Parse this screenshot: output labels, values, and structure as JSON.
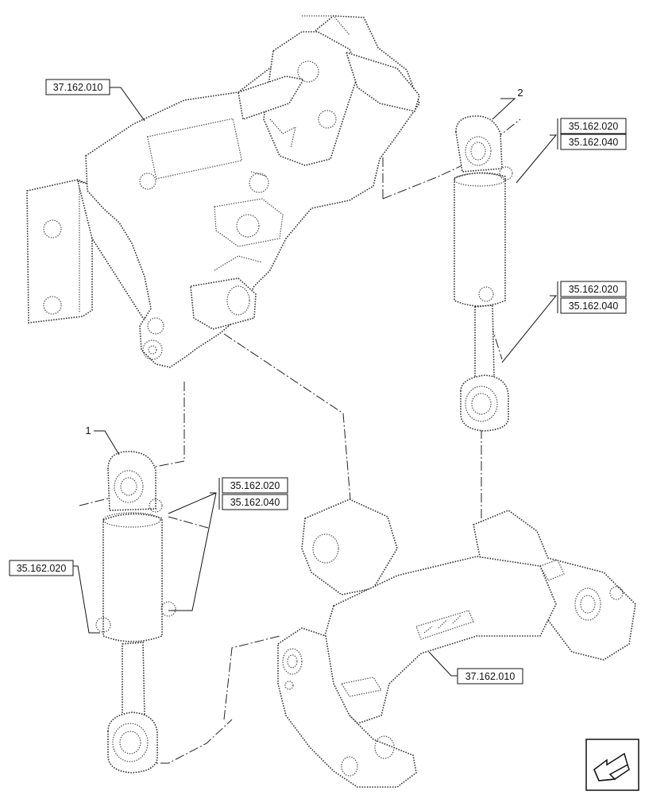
{
  "references": {
    "top_left": "37.162.010",
    "right_upper_1": "35.162.020",
    "right_upper_2": "35.162.040",
    "right_mid_1": "35.162.020",
    "right_mid_2": "35.162.040",
    "center_1": "35.162.020",
    "center_2": "35.162.040",
    "left_lower": "35.162.020",
    "bottom_right": "37.162.010"
  },
  "callouts": {
    "item_1": "1",
    "item_2": "2"
  },
  "icons": {
    "nav": "navigation-arrow-icon"
  }
}
